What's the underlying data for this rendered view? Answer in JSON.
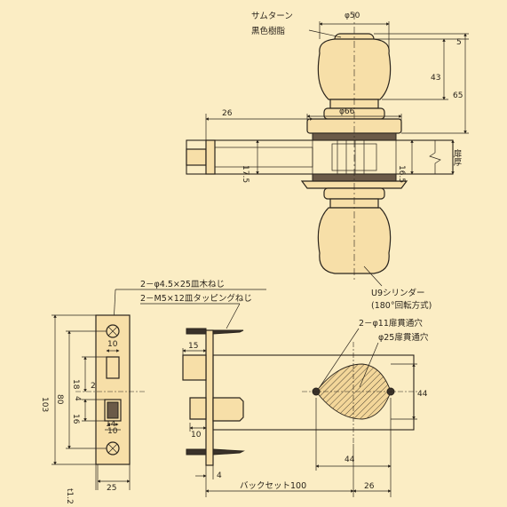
{
  "top_view": {
    "thumbturn_label_line1": "サムターン",
    "thumbturn_label_line2": "黒色樹脂",
    "dim_knob_dia": "φ50",
    "dim_top_5": "5",
    "dim_43": "43",
    "dim_65": "65",
    "dim_rose_dia": "φ66",
    "dim_26": "26",
    "dim_17_5": "17.5",
    "dim_16_5": "16.5",
    "door_thickness": "扉厚",
    "cylinder_line1": "U9シリンダー",
    "cylinder_line2": "(180°回転方式)"
  },
  "bottom_view": {
    "screw_line1": "2－φ4.5×25皿木ねじ",
    "screw_line2": "2－M5×12皿タッピングねじ",
    "hole_line1": "2－φ11扉貫通穴",
    "hole_line2": "φ25扉貫通穴",
    "dim_103": "103",
    "dim_80": "80",
    "dim_18": "18",
    "dim_10_top": "10",
    "dim_2": "2",
    "dim_4_left": "4",
    "dim_16": "16",
    "dim_10_bottom": "10",
    "dim_14": "14",
    "dim_1_2": "t1.2",
    "dim_25": "25",
    "dim_15": "15",
    "dim_10_mid": "10",
    "dim_4_bottom": "4",
    "dim_44_v": "44",
    "dim_44_h": "44",
    "backset_label": "バックセット100",
    "dim_26_bottom": "26"
  }
}
